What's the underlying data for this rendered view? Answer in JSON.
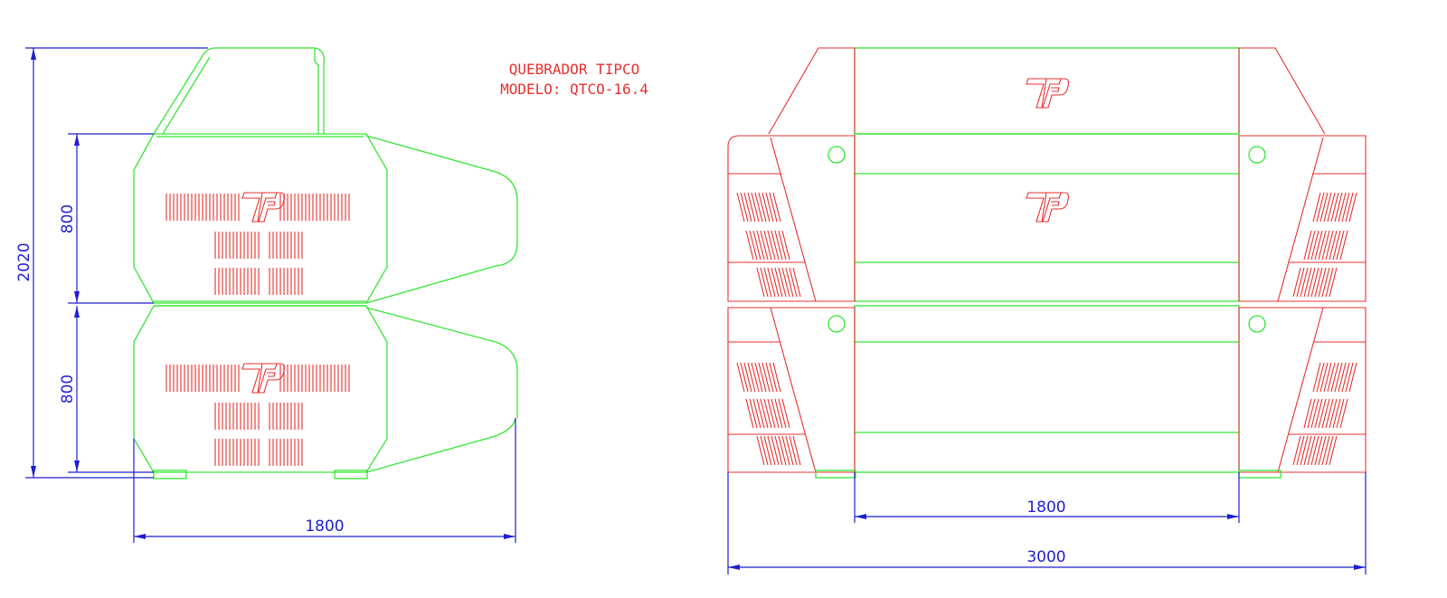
{
  "title": {
    "line1": "QUEBRADOR TIPCO",
    "line2": "MODELO: QTCO-16.4"
  },
  "dimensions": {
    "side_total_height": "2020",
    "side_upper_height": "800",
    "side_lower_height": "800",
    "side_width": "1800",
    "front_inner_width": "1800",
    "front_total_width": "3000"
  },
  "colors": {
    "body_outline": "#33e633",
    "detail_lines": "#e83030",
    "dimension_lines": "#1f1fcf",
    "background": "#ffffff"
  },
  "icons": {
    "logo": "tp-logo-icon"
  }
}
